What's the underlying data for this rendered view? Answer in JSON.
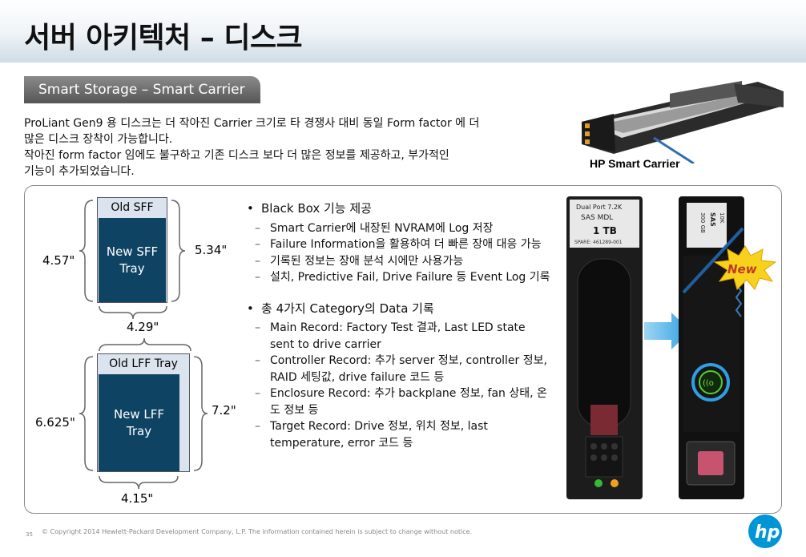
{
  "title": "서버 아키텍처 – 디스크",
  "section_tab": "Smart Storage – Smart Carrier",
  "intro": [
    "ProLiant Gen9 용 디스크는 더 작아진 Carrier 크기로 타 경쟁사 대비 동일 Form factor 에 더",
    "많은 디스크 장착이 가능합니다.",
    "작아진 form factor 임에도 불구하고 기존 디스크 보다 더 많은 정보를 제공하고, 부가적인",
    "기능이 추가되었습니다."
  ],
  "carrier_caption": "HP Smart Carrier",
  "sff": {
    "old_label": "Old SFF",
    "new_label_1": "New SFF",
    "new_label_2": "Tray",
    "dim_left": "4.57\"",
    "dim_right": "5.34\"",
    "dim_bottom": "4.29\""
  },
  "lff": {
    "old_label": "Old LFF Tray",
    "new_label_1": "New LFF",
    "new_label_2": "Tray",
    "dim_left": "6.625\"",
    "dim_right": "7.2\"",
    "dim_bottom": "4.15\""
  },
  "bullets": [
    {
      "head": "Black Box 기능 제공",
      "items": [
        "Smart Carrier에 내장된 NVRAM에 Log 저장",
        "Failure Information을 활용하여 더 빠른 장애 대응 가능",
        "기록된 정보는 장애 분석 시에만 사용가능",
        "설치, Predictive Fail, Drive Failure 등 Event Log 기록"
      ]
    },
    {
      "head": "총 4가지 Category의 Data 기록",
      "items": [
        "Main Record: Factory Test 결과, Last LED state sent to drive carrier",
        "Controller Record: 추가 server 정보, controller 정보, RAID 세팅값, drive failure 코드 등",
        "Enclosure Record: 추가 backplane 정보, fan 상태, 온도 정보 등",
        "Target Record: Drive 정보, 위치 정보, last temperature, error 코드 등"
      ]
    }
  ],
  "drive_old": {
    "label_top": "Dual Port 7.2K",
    "label_model": "SAS MDL",
    "capacity": "1 TB",
    "spare": "SPARE: 461289-001"
  },
  "drive_new": {
    "label_1": "10K",
    "label_2": "SAS",
    "label_3": "300 GB"
  },
  "new_badge": "New",
  "page_number": "35",
  "copyright": "© Copyright 2014 Hewlett-Packard Development Company, L.P.  The information contained herein is subject to change without notice.",
  "logo_text": "hp",
  "colors": {
    "tray_dark": "#0e4363",
    "tray_light": "#dbe4ee",
    "arrow": "#2f9fe0",
    "hp_blue": "#0096d6"
  }
}
